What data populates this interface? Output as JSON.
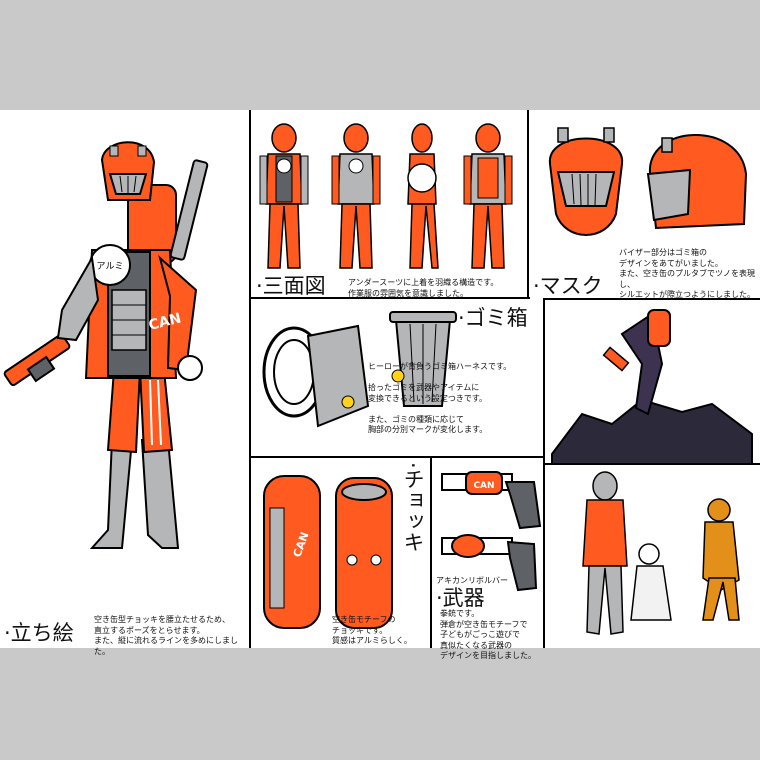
{
  "colors": {
    "suit": "#ff5a1f",
    "dark": "#5e6166",
    "grey": "#b4b6b8",
    "line": "#000000",
    "page": "#c9c9c9",
    "sheet": "#ffffff",
    "amber": "#e3901a"
  },
  "standing": {
    "heading": "·立ち絵",
    "note": "空き缶型チョッキを腰立たせるため、\n直立するポーズをとらせます。\nまた、縦に流れるラインを多めにしました。",
    "can_badge": "アルミ",
    "jacket_text": "CAN"
  },
  "three_view": {
    "heading": "·三面図",
    "note": "アンダースーツに上着を羽織る構造です。\n作業服の雰囲気を意識しました。"
  },
  "mask": {
    "heading": "·マスク",
    "note": "バイザー部分はゴミ箱の\nデザインをあてがいました。\nまた、空き缶のプルタブでツノを表現し、\nシルエットが際立つようにしました。"
  },
  "trash": {
    "heading": "·ゴミ箱",
    "note": "ヒーローが背負うゴミ箱ハーネスです。\n\n拾ったゴミを武器やアイテムに\n変換できるという設定つきです。\n\nまた、ゴミの種類に応じて\n胸部の分別マークが変化します。"
  },
  "vest": {
    "heading": "·チョッキ",
    "note": "空き缶モチーフの\nチョッキです。\n質感はアルミらしく。",
    "can_label": "CAN"
  },
  "weapon": {
    "heading": "·武器",
    "caption": "アキカンリボルバー",
    "note": "拳銃です。\n弾倉が空き缶モチーフで\n子どもがごっこ遊びで\n真似たくなる武器の\nデザインを目指しました。",
    "gun_label": "CAN"
  }
}
